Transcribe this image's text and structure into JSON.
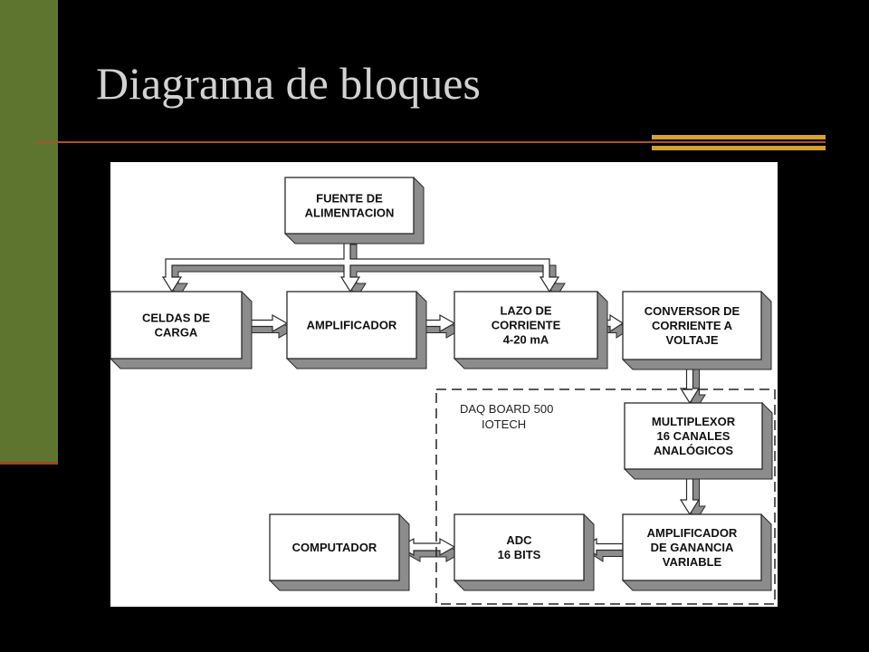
{
  "slide": {
    "title": "Diagrama de bloques",
    "colors": {
      "background": "#000000",
      "side_bar": "#5e7530",
      "rule": "#b0502a",
      "accent": "#d3a32c",
      "title_text": "#d2d2d2"
    }
  },
  "diagram": {
    "blocks": {
      "fuente": [
        "FUENTE DE",
        "ALIMENTACION"
      ],
      "celdas": [
        "CELDAS DE",
        "CARGA"
      ],
      "amplificador": [
        "AMPLIFICADOR"
      ],
      "lazo": [
        "LAZO DE",
        "CORRIENTE",
        "4-20 mA"
      ],
      "conversor": [
        "CONVERSOR DE",
        "CORRIENTE A",
        "VOLTAJE"
      ],
      "multiplexor": [
        "MULTIPLEXOR",
        "16 CANALES",
        "ANALÓGICOS"
      ],
      "amp_ganancia": [
        "AMPLIFICADOR",
        "DE GANANCIA",
        "VARIABLE"
      ],
      "adc": [
        "ADC",
        "16 BITS"
      ],
      "computador": [
        "COMPUTADOR"
      ]
    },
    "daq_label": [
      "DAQ BOARD 500",
      "IOTECH"
    ]
  }
}
